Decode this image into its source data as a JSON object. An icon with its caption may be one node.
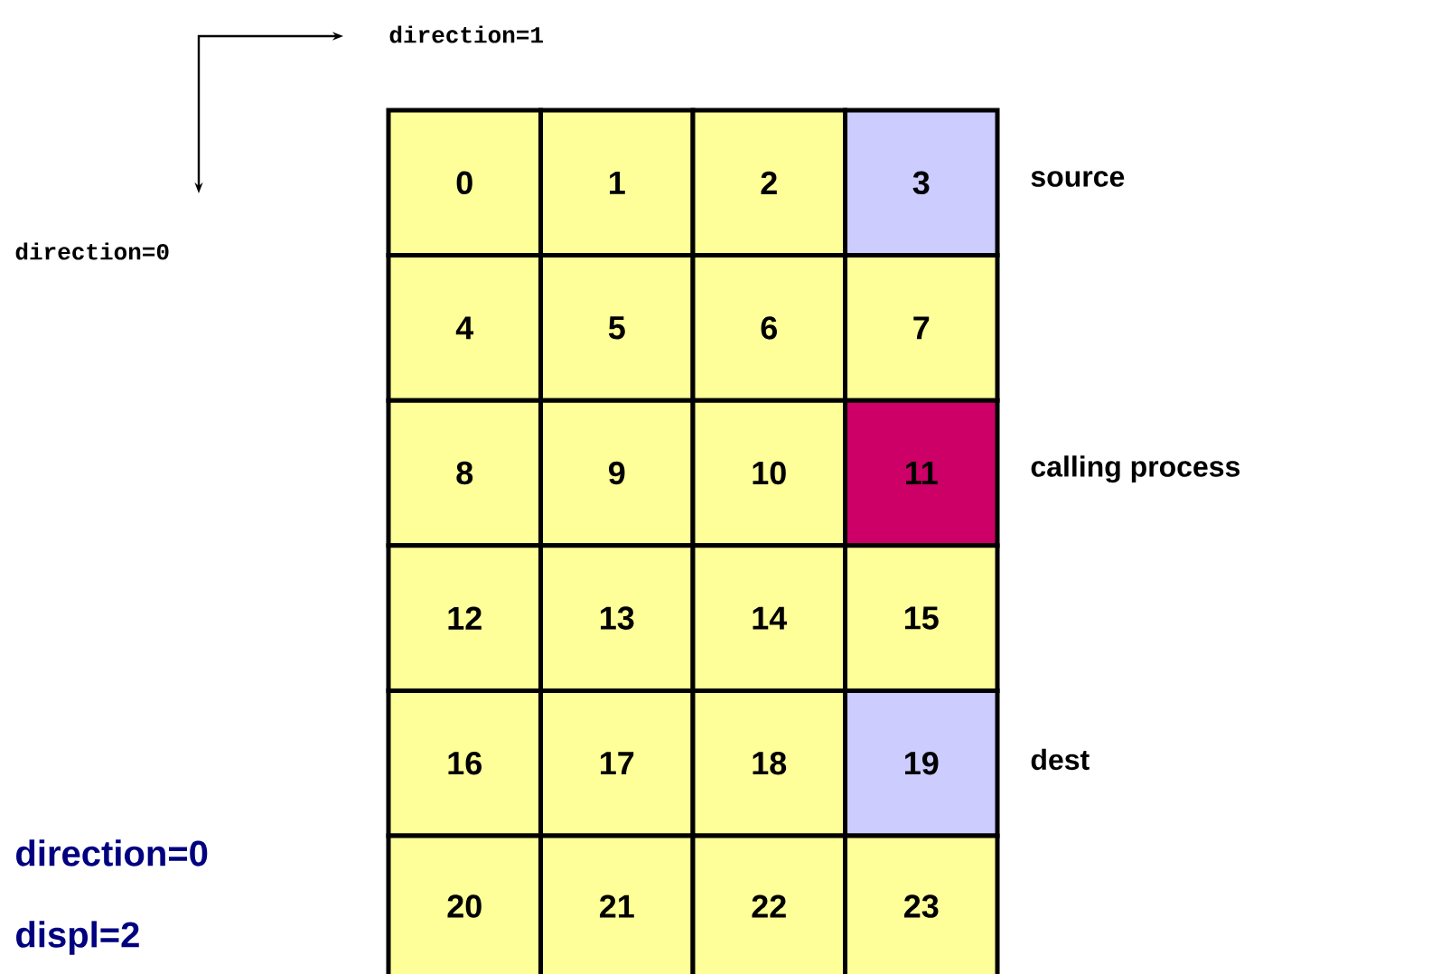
{
  "diagram": {
    "nodes": [
      {
        "text": [
          "0"
        ]
      },
      {
        "text": [
          "1"
        ]
      },
      {
        "text": [
          "2"
        ]
      },
      {
        "text": [
          "3"
        ],
        "beside": [
          "source"
        ]
      },
      {
        "text": [
          "4"
        ]
      },
      {
        "text": [
          "5"
        ]
      },
      {
        "text": [
          "6"
        ]
      },
      {
        "text": [
          "7"
        ]
      },
      {
        "text": [
          "8"
        ]
      },
      {
        "text": [
          "9"
        ]
      },
      {
        "text": [
          "10"
        ]
      },
      {
        "text": [
          "11"
        ],
        "beside": [
          "calling process"
        ]
      },
      {
        "text": [
          "12"
        ]
      },
      {
        "text": [
          "13"
        ]
      },
      {
        "text": [
          "14"
        ]
      },
      {
        "text": [
          "15"
        ]
      },
      {
        "text": [
          "16"
        ]
      },
      {
        "text": [
          "17"
        ]
      },
      {
        "text": [
          "18"
        ]
      },
      {
        "text": [
          "19"
        ],
        "beside": [
          "dest"
        ]
      },
      {
        "text": [
          "20"
        ]
      },
      {
        "text": [
          "21"
        ]
      },
      {
        "text": [
          "22"
        ]
      },
      {
        "text": [
          "23"
        ]
      }
    ],
    "labels": [
      "direction=1",
      "direction=0",
      "direction=0",
      "displ=2"
    ]
  }
}
